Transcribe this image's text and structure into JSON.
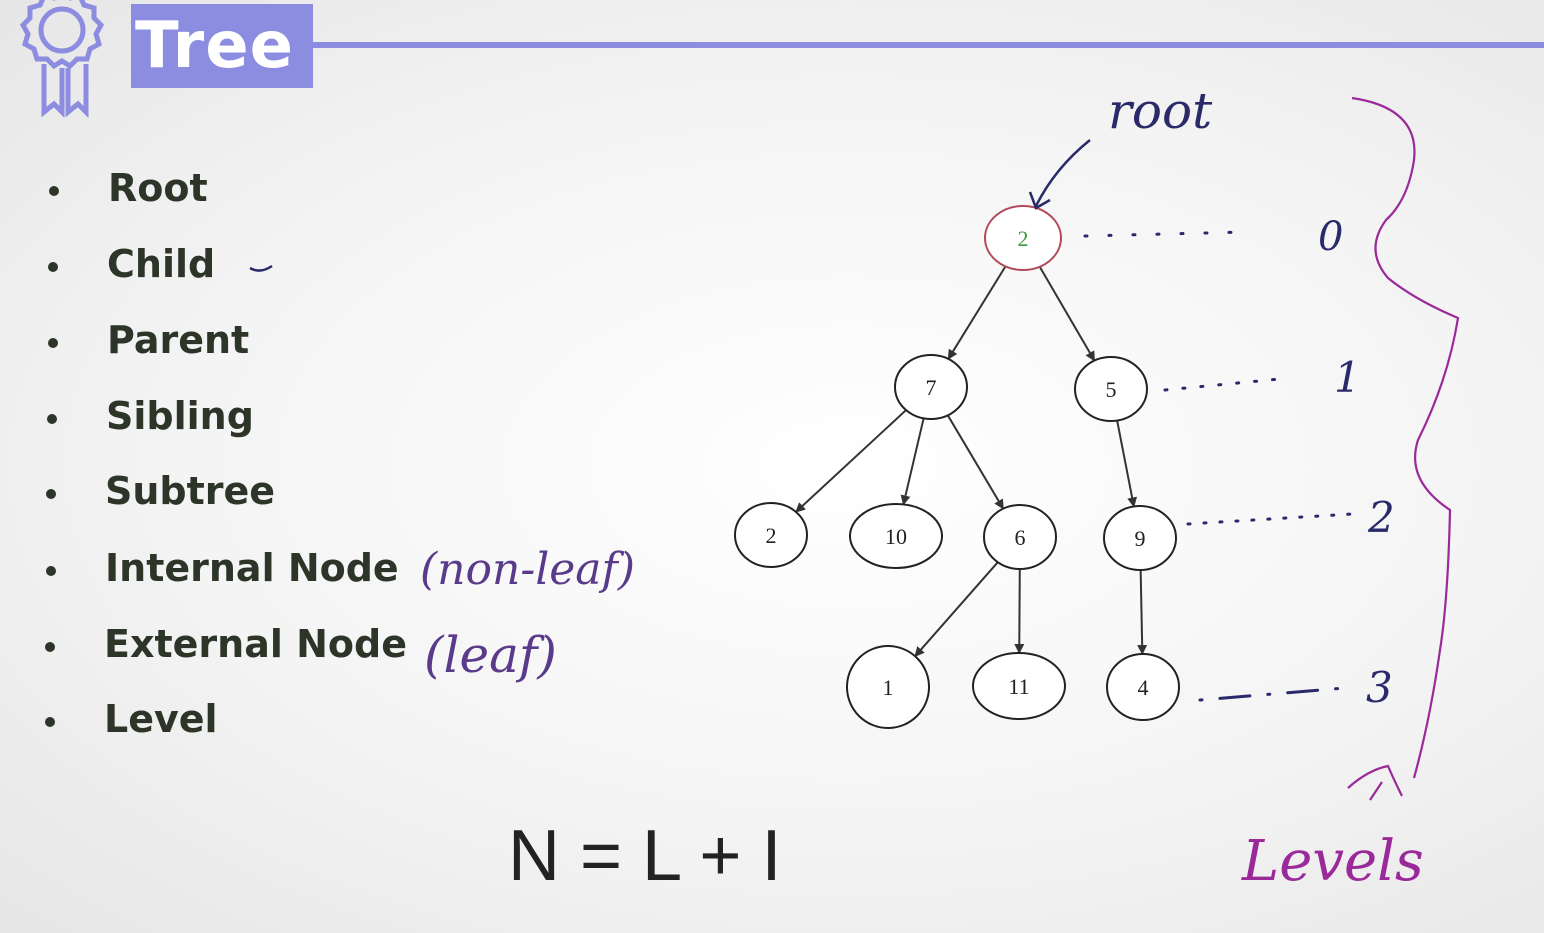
{
  "slide": {
    "title": "Tree",
    "accent_color": "#8c8ce0",
    "badge_icon": "ribbon-award-icon"
  },
  "bullets": [
    {
      "label": "Root",
      "annotation": ""
    },
    {
      "label": "Child",
      "annotation": ""
    },
    {
      "label": "Parent",
      "annotation": ""
    },
    {
      "label": "Sibling",
      "annotation": ""
    },
    {
      "label": "Subtree",
      "annotation": ""
    },
    {
      "label": "Internal Node",
      "annotation": "(non-leaf)"
    },
    {
      "label": "External Node",
      "annotation": "(leaf)"
    },
    {
      "label": "Level",
      "annotation": ""
    }
  ],
  "tree": {
    "nodes": [
      {
        "id": "n-root",
        "label": "2",
        "level": 0
      },
      {
        "id": "n-7",
        "label": "7",
        "level": 1
      },
      {
        "id": "n-5",
        "label": "5",
        "level": 1
      },
      {
        "id": "n-2b",
        "label": "2",
        "level": 2
      },
      {
        "id": "n-10",
        "label": "10",
        "level": 2
      },
      {
        "id": "n-6",
        "label": "6",
        "level": 2
      },
      {
        "id": "n-9",
        "label": "9",
        "level": 2
      },
      {
        "id": "n-1",
        "label": "1",
        "level": 3
      },
      {
        "id": "n-11",
        "label": "11",
        "level": 3
      },
      {
        "id": "n-4",
        "label": "4",
        "level": 3
      }
    ],
    "edges": [
      [
        "n-root",
        "n-7"
      ],
      [
        "n-root",
        "n-5"
      ],
      [
        "n-7",
        "n-2b"
      ],
      [
        "n-7",
        "n-10"
      ],
      [
        "n-7",
        "n-6"
      ],
      [
        "n-5",
        "n-9"
      ],
      [
        "n-6",
        "n-1"
      ],
      [
        "n-6",
        "n-11"
      ],
      [
        "n-9",
        "n-4"
      ]
    ],
    "root_color": "#b04a5a",
    "root_text_color": "#3a9a3a"
  },
  "annotations": {
    "root_label": "root",
    "level_numbers": [
      "0",
      "1",
      "2",
      "3"
    ],
    "levels_label": "Levels",
    "formula": "N = L + I",
    "ink_dark": "#2a2a6a",
    "ink_magenta": "#9a2a9a"
  }
}
